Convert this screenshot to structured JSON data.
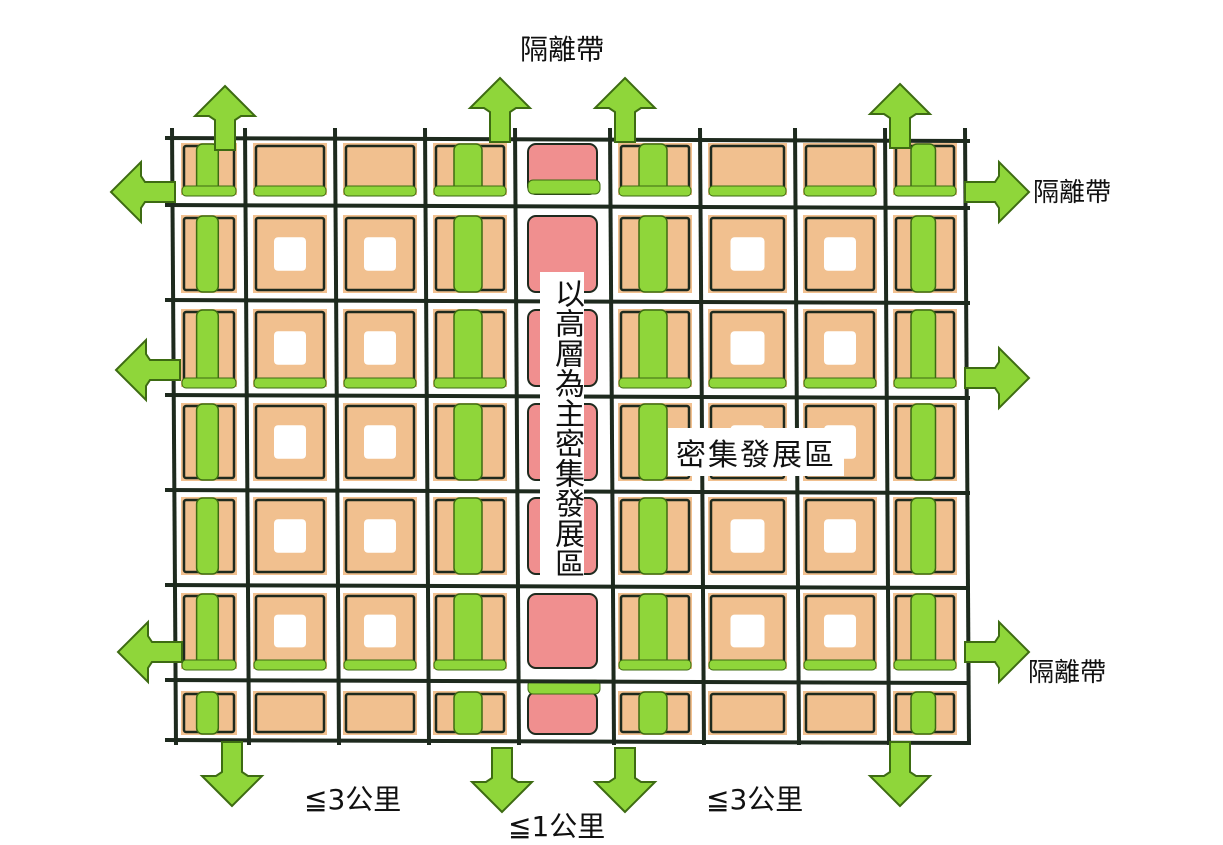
{
  "labels": {
    "top_buffer": "隔離帶",
    "right_buffer_top": "隔離帶",
    "right_buffer_bottom": "隔離帶",
    "center_label": "密集發展區",
    "vertical_label": "以高層為主密集發展區",
    "dist_left": "≦3公里",
    "dist_center": "≦1公里",
    "dist_right": "≦3公里"
  },
  "colors": {
    "block_fill": "#f1c08f",
    "green_strip": "#8fd63a",
    "green_outline": "#3d6b12",
    "highrise_fill": "#f08f8f",
    "road": "#1e2a1e",
    "background": "#ffffff"
  },
  "arrows": [
    {
      "name": "arrow-top-1",
      "dir": "up"
    },
    {
      "name": "arrow-top-2",
      "dir": "up"
    },
    {
      "name": "arrow-top-3",
      "dir": "up"
    },
    {
      "name": "arrow-top-4",
      "dir": "up"
    },
    {
      "name": "arrow-left-1",
      "dir": "left"
    },
    {
      "name": "arrow-left-2",
      "dir": "left"
    },
    {
      "name": "arrow-left-3",
      "dir": "left"
    },
    {
      "name": "arrow-right-1",
      "dir": "right"
    },
    {
      "name": "arrow-right-2",
      "dir": "right"
    },
    {
      "name": "arrow-right-3",
      "dir": "right"
    },
    {
      "name": "arrow-bottom-1",
      "dir": "down"
    },
    {
      "name": "arrow-bottom-2",
      "dir": "down"
    },
    {
      "name": "arrow-bottom-3",
      "dir": "down"
    },
    {
      "name": "arrow-bottom-4",
      "dir": "down"
    }
  ]
}
